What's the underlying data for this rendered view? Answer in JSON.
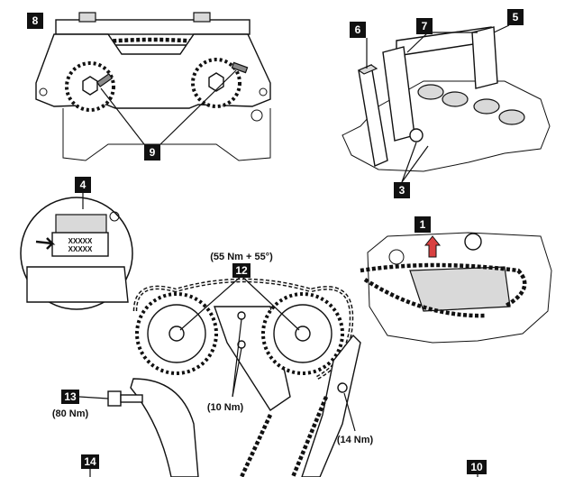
{
  "callouts": {
    "c1": "1",
    "c3": "3",
    "c4": "4",
    "c5": "5",
    "c6": "6",
    "c7": "7",
    "c8": "8",
    "c9": "9",
    "c10": "10",
    "c12": "12",
    "c13": "13",
    "c14": "14"
  },
  "torque": {
    "camshaft_bolts": "(55 Nm + 55°)",
    "guide_bolts": "(10 Nm)",
    "tensioner_pivot": "(14 Nm)",
    "plug_bolt": "(80 Nm)"
  },
  "detail": {
    "marking_top": "XXXXX",
    "marking_bottom": "XXXXX"
  },
  "colors": {
    "ink": "#111111",
    "marker_arrow": "#d94040",
    "shading": "#d9d9d9"
  }
}
